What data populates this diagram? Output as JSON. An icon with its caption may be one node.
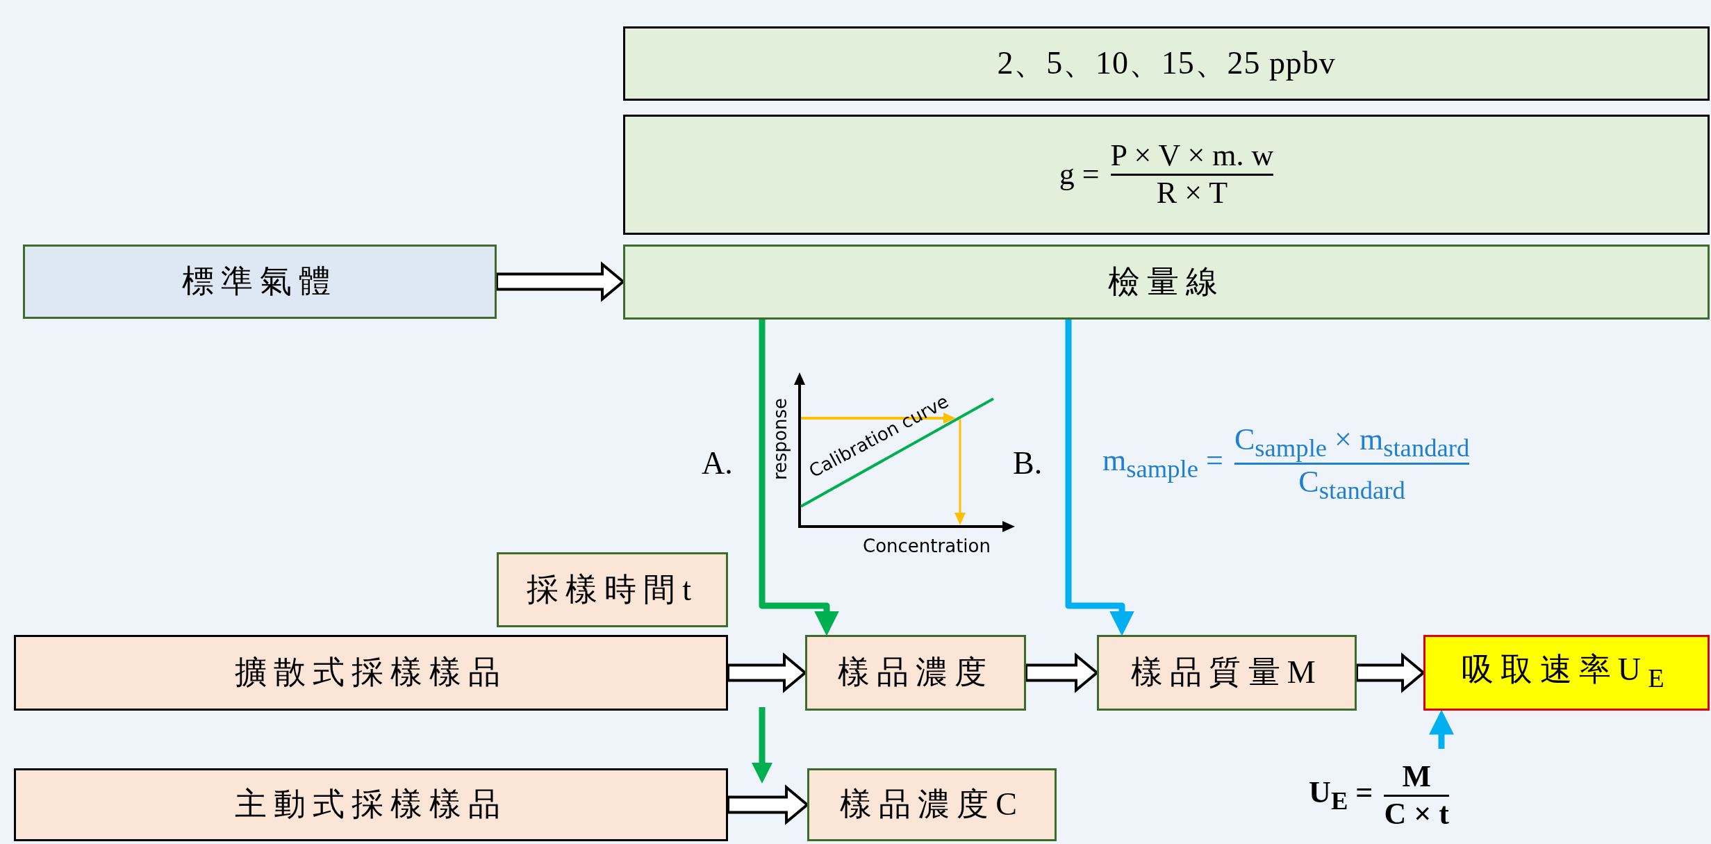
{
  "diagram": {
    "nodes": [
      {
        "text": [
          "2、5、10、15、25 ppbv"
        ]
      },
      {
        "text": [
          "g =",
          "P × V × m. w",
          "R × T"
        ]
      },
      {
        "text": [
          "標準氣體"
        ]
      },
      {
        "text": [
          "檢量線"
        ]
      },
      {
        "text": [
          "採樣時間t"
        ]
      },
      {
        "text": [
          "擴散式採樣樣品"
        ]
      },
      {
        "text": [
          "樣品濃度"
        ]
      },
      {
        "text": [
          "樣品質量M"
        ]
      },
      {
        "text": [
          "吸取速率U$_{E}$"
        ]
      },
      {
        "text": [
          "主動式採樣樣品"
        ]
      },
      {
        "text": [
          "樣品濃度C"
        ]
      },
      {
        "text": [
          "U$_{E}$ =",
          "M",
          "C × t"
        ]
      }
    ],
    "edges": [
      {
        "from": 2,
        "to": 3,
        "arrow": "to"
      },
      {
        "from": 3,
        "to": 6,
        "arrow": "to",
        "label": "A.",
        "color": "#00b050"
      },
      {
        "from": 3,
        "to": 7,
        "arrow": "to",
        "label": "B.",
        "color": "#00b0f0"
      },
      {
        "from": 5,
        "to": 6,
        "arrow": "to"
      },
      {
        "from": 6,
        "to": 7,
        "arrow": "to"
      },
      {
        "from": 7,
        "to": 8,
        "arrow": "to"
      },
      {
        "from": 11,
        "to": 8,
        "arrow": "to",
        "color": "#00b0f0"
      },
      {
        "from": 9,
        "to": 10,
        "arrow": "to"
      }
    ],
    "labels": [
      "response",
      "Calibration curve",
      "Concentration",
      "m$_{sample}$ =",
      "C$_{sample}$ × m$_{standard}$",
      "C$_{standard}$"
    ]
  }
}
